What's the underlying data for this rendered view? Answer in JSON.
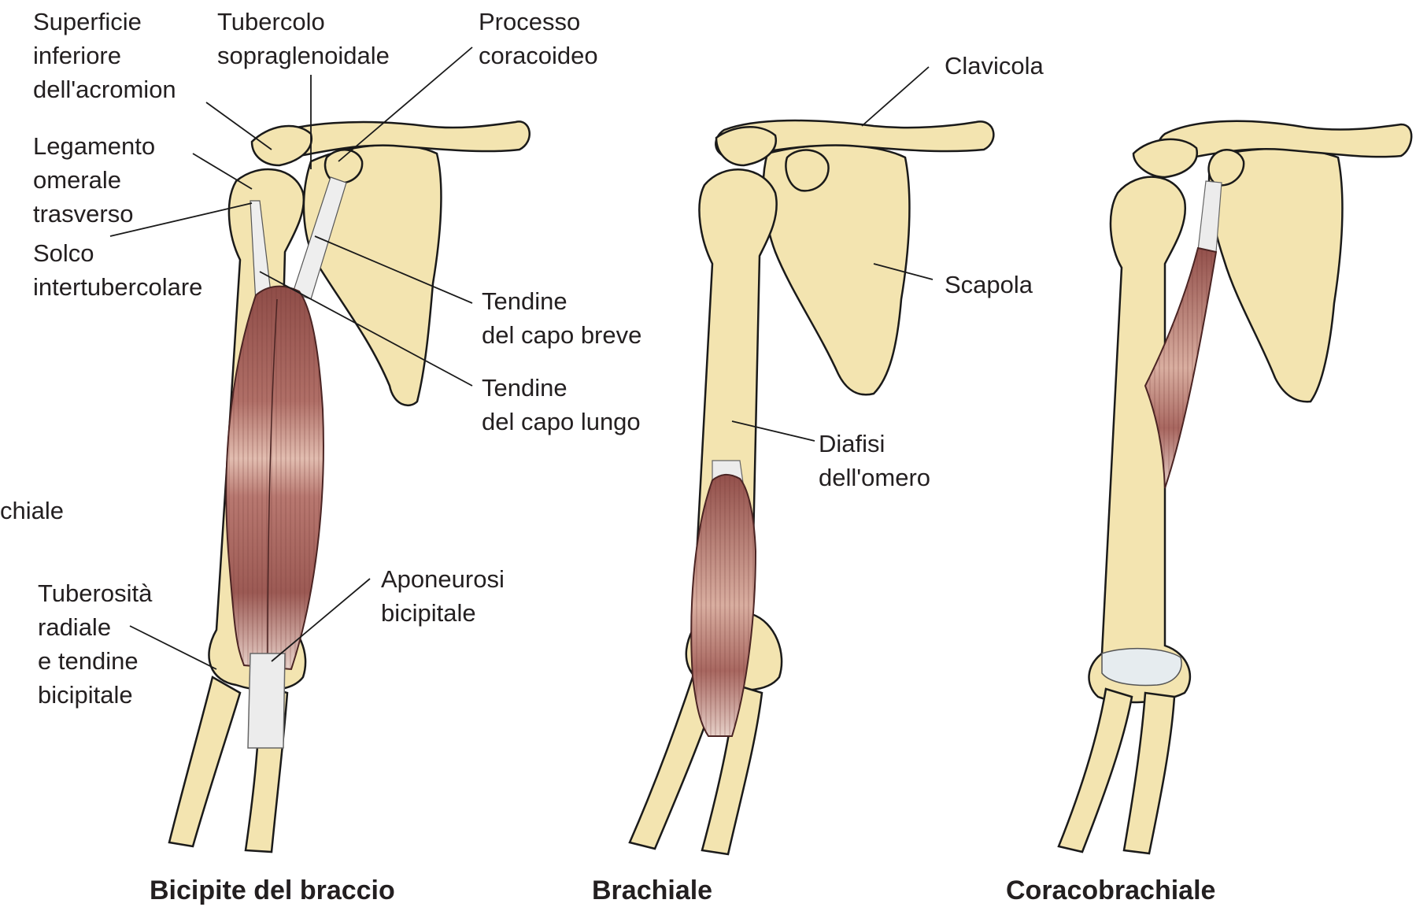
{
  "labels": {
    "superficie": "Superficie\ninferiore\ndell'acromion",
    "tubercolo": "Tubercolo\nsopraglenoidale",
    "processo": "Processo\ncoracoideo",
    "clavicola": "Clavicola",
    "legamento": "Legamento\nomerale\ntrasverso",
    "solco": "Solco\nintertubercolare",
    "tendine_breve": "Tendine\ndel capo breve",
    "tendine_lungo": "Tendine\ndel capo lungo",
    "scapola": "Scapola",
    "diafisi": "Diafisi\ndell'omero",
    "chiale": "chiale",
    "tuberosita": "Tuberosità\nradiale\ne tendine\nbicipitale",
    "aponeurosi": "Aponeurosi\nbicipitale"
  },
  "captions": {
    "bicipite": "Bicipite del braccio",
    "brachiale": "Brachiale",
    "coracobrachiale": "Coracobrachiale"
  },
  "colors": {
    "bone": "#f3e4b0",
    "bone_outline": "#1a1a1a",
    "muscle": "#a9655e",
    "muscle_light": "#d9b0a2",
    "tendon": "#e8e8e8",
    "text": "#231f20"
  }
}
